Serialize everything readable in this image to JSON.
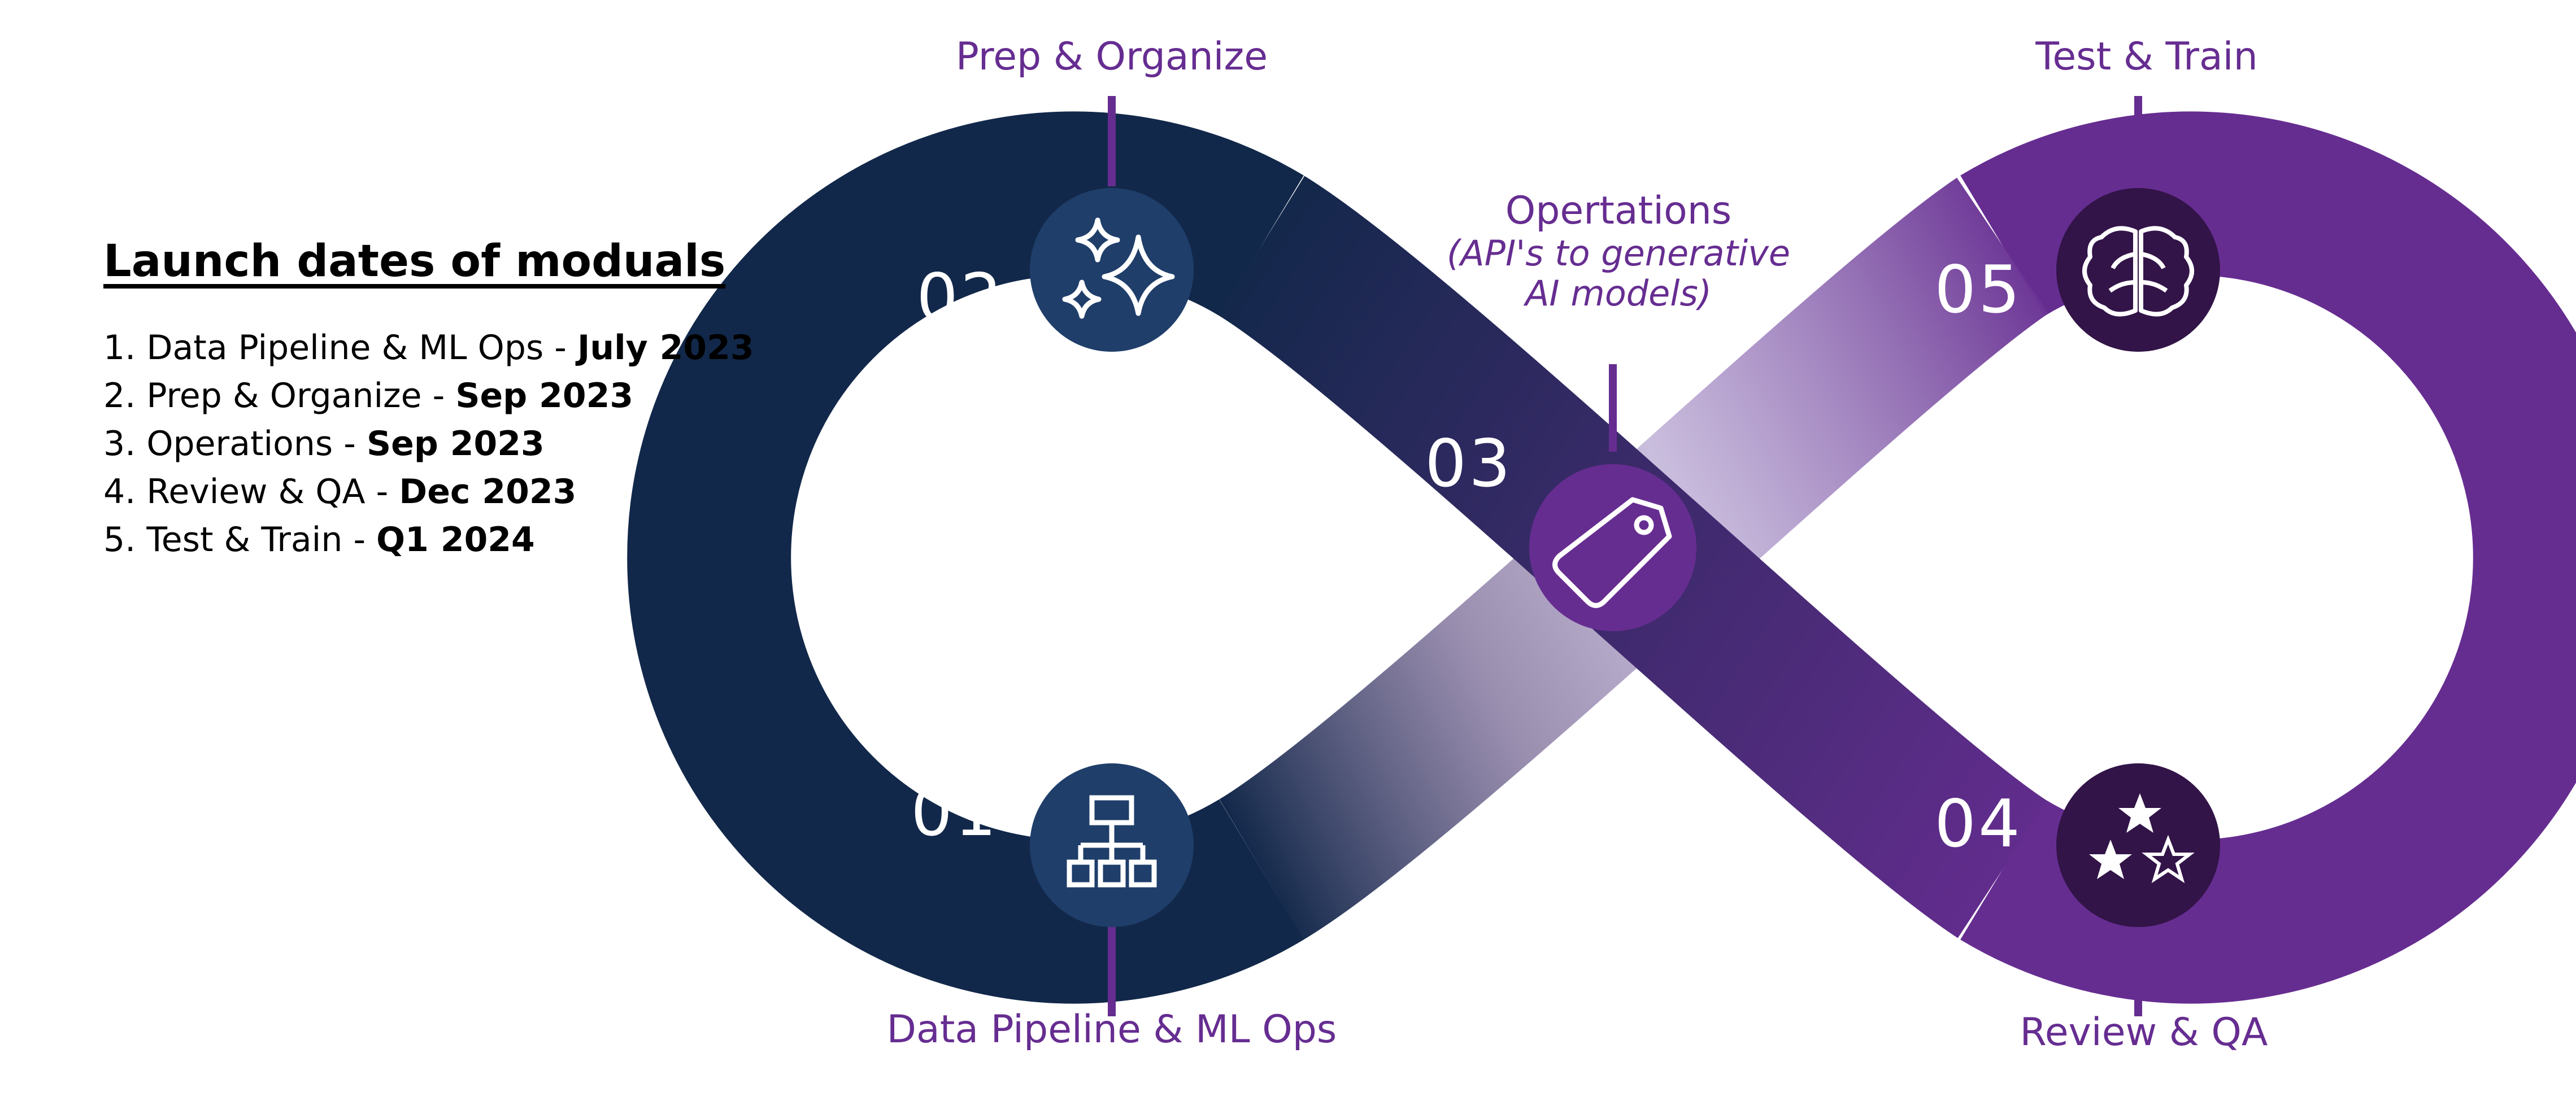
{
  "legend": {
    "title": "Launch dates of moduals",
    "items": [
      {
        "text": "1. Data Pipeline & ML Ops - ",
        "date": "July 2023"
      },
      {
        "text": "2. Prep & Organize - ",
        "date": "Sep 2023"
      },
      {
        "text": "3. Operations - ",
        "date": "Sep 2023"
      },
      {
        "text": "4. Review & QA - ",
        "date": "Dec 2023"
      },
      {
        "text": "5. Test & Train - ",
        "date": "Q1 2024"
      }
    ]
  },
  "diagram": {
    "steps": [
      {
        "number": "01",
        "label": "Data Pipeline & ML Ops",
        "icon": "hierarchy-icon"
      },
      {
        "number": "02",
        "label": "Prep & Organize",
        "icon": "sparkles-icon"
      },
      {
        "number": "03",
        "label": "Opertations",
        "sublabel_line1": "(API's to generative",
        "sublabel_line2": "AI models)",
        "icon": "tag-icon"
      },
      {
        "number": "04",
        "label": "Review & QA",
        "icon": "stars-rating-icon"
      },
      {
        "number": "05",
        "label": "Test & Train",
        "icon": "brain-icon"
      }
    ]
  },
  "colors": {
    "navy": "#12284a",
    "purple": "#662d91",
    "light_purple": "#9b80c0",
    "circle_blue": "#1f3e6a",
    "circle_purple": "#662d91",
    "circle_dark_purple": "#321448",
    "label_color": "#662d91"
  }
}
